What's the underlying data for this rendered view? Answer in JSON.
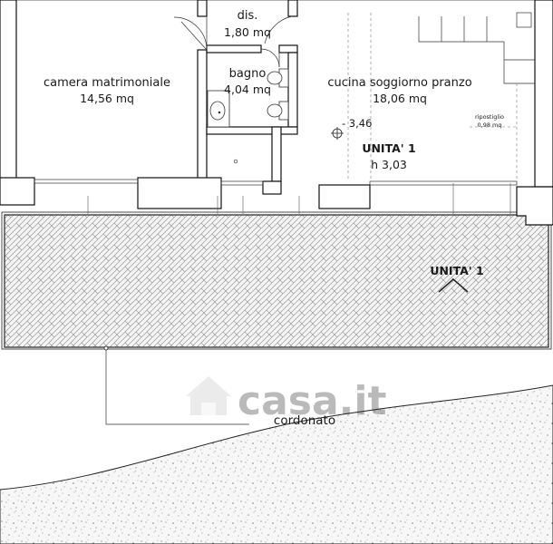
{
  "rooms": {
    "dis": {
      "name": "dis.",
      "area": "1,80 mq"
    },
    "camera": {
      "name": "camera matrimoniale",
      "area": "14,56 mq"
    },
    "bagno": {
      "name": "bagno",
      "area": "4,04 mq"
    },
    "cucina": {
      "name": "cucina soggiorno pranzo",
      "area": "18,06 mq"
    },
    "ripostiglio": {
      "name": "ripostiglio",
      "area": "0,98 mq"
    }
  },
  "unit_label": "UNITA' 1",
  "height": "h 3,03",
  "level": "- 3,46",
  "terrace_label": "UNITA' 1",
  "cordonato": "cordonato",
  "watermark": "casa.it"
}
